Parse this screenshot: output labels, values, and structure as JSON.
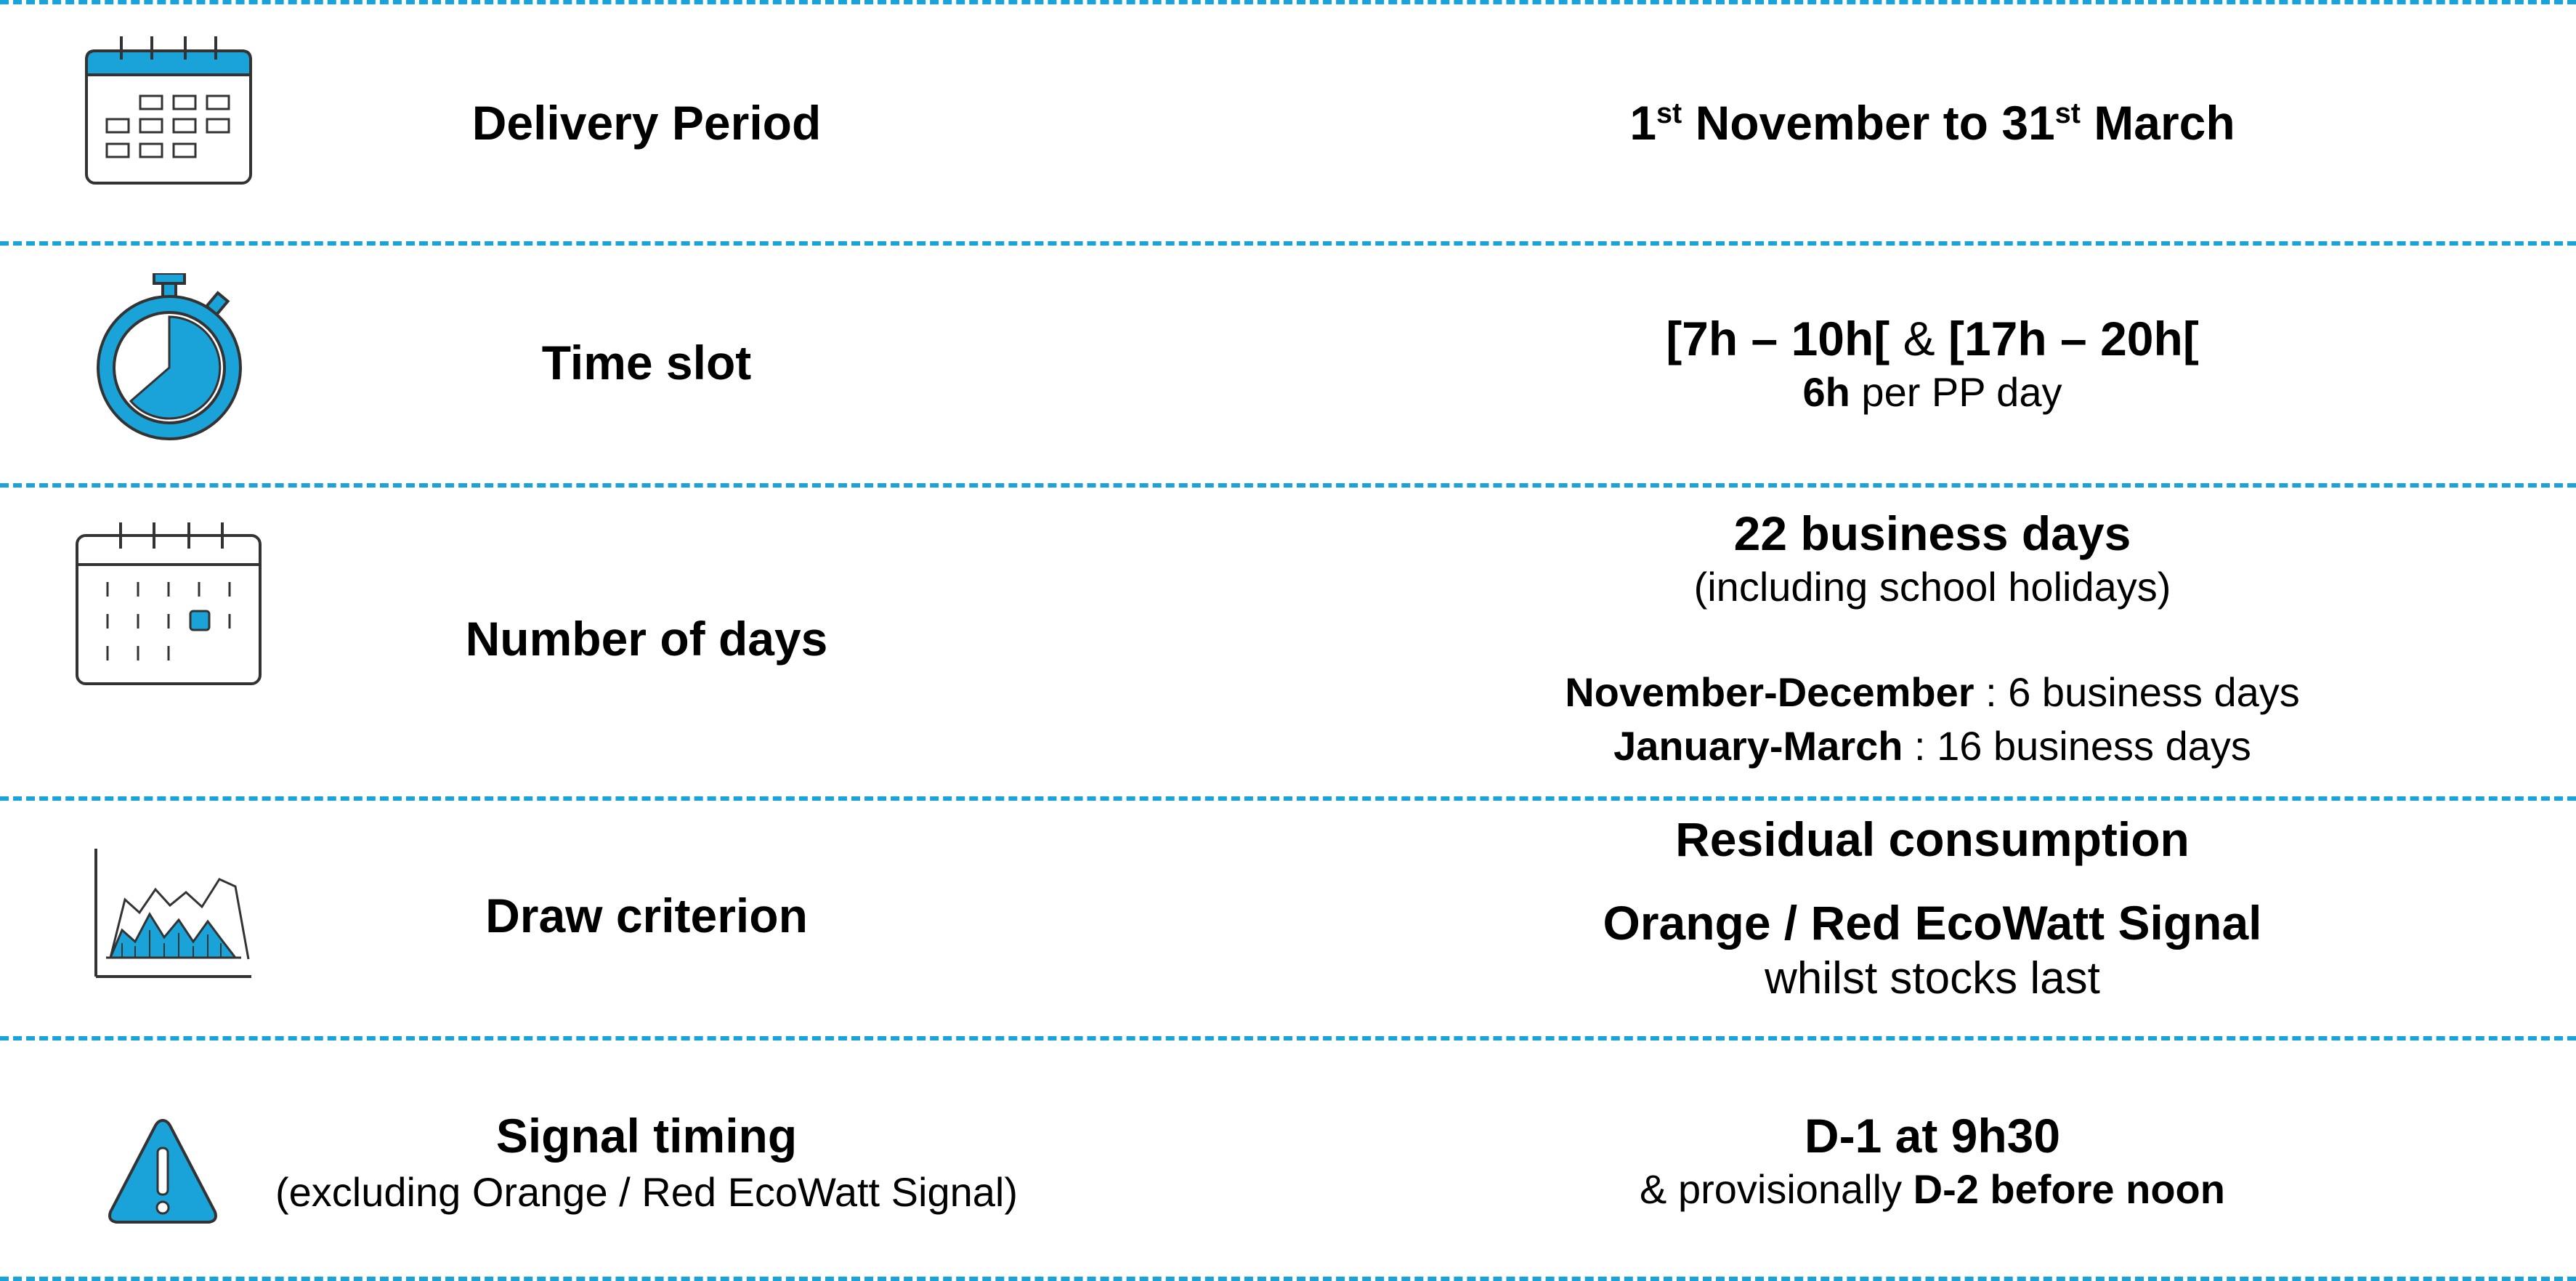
{
  "accent_color": "#1aa3d9",
  "rows": [
    {
      "icon": "calendar-icon",
      "label": "Delivery Period",
      "value": {
        "day1": "1",
        "sup1": "st",
        "mid": " November to 31",
        "sup2": "st",
        "end": " March"
      }
    },
    {
      "icon": "stopwatch-icon",
      "label": "Time slot",
      "value": {
        "slot1": "[7h – 10h[",
        "amp": " & ",
        "slot2": "[17h – 20h[",
        "hours": "6h",
        "hours_suffix": " per PP day"
      }
    },
    {
      "icon": "calendar-days-icon",
      "label": "Number of days",
      "value": {
        "total": "22 business days",
        "note": "(including school holidays)",
        "period1_label": "November-December",
        "period1_value": " : 6 business days",
        "period2_label": "January-March",
        "period2_value": " : 16 business days"
      }
    },
    {
      "icon": "area-chart-icon",
      "label": "Draw criterion",
      "value": {
        "line1": "Residual consumption",
        "line2": "Orange / Red EcoWatt Signal",
        "line3": "whilst stocks last"
      }
    },
    {
      "icon": "warning-icon",
      "label": "Signal timing",
      "sublabel": "(excluding Orange / Red EcoWatt Signal)",
      "value": {
        "line1": "D-1 at 9h30",
        "line2_prefix": "& provisionally ",
        "line2_bold": "D-2 before noon"
      }
    }
  ]
}
